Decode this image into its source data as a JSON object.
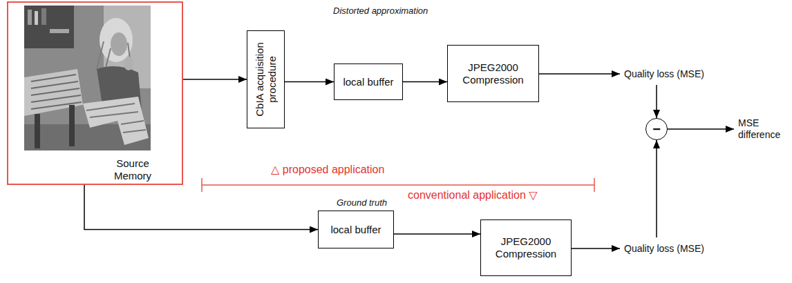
{
  "diagram": {
    "nodes": [
      {
        "text": [
          "Source Memory"
        ]
      },
      {
        "text": [
          "CbIA acquisition procedure"
        ]
      },
      {
        "text": [
          "local buffer"
        ]
      },
      {
        "text": [
          "JPEG2000 Compression"
        ]
      },
      {
        "text": [
          "Quality loss (MSE)"
        ]
      },
      {
        "text": [
          "−"
        ]
      },
      {
        "text": [
          "MSE difference"
        ]
      },
      {
        "text": [
          "local buffer"
        ]
      },
      {
        "text": [
          "JPEG2000 Compression"
        ]
      },
      {
        "text": [
          "Quality loss (MSE)"
        ]
      }
    ],
    "edges": [
      {
        "from": 0,
        "to": 1,
        "arrow": "to"
      },
      {
        "from": 1,
        "to": 2,
        "arrow": "to"
      },
      {
        "from": 2,
        "to": 3,
        "arrow": "to"
      },
      {
        "from": 3,
        "to": 4,
        "arrow": "to"
      },
      {
        "from": 4,
        "to": 5,
        "arrow": "to"
      },
      {
        "from": 5,
        "to": 6,
        "arrow": "to"
      },
      {
        "from": 0,
        "to": 7,
        "arrow": "to"
      },
      {
        "from": 7,
        "to": 8,
        "arrow": "to"
      },
      {
        "from": 8,
        "to": 9,
        "arrow": "to"
      },
      {
        "from": 9,
        "to": 5,
        "arrow": "to"
      }
    ],
    "labels": [
      "Distorted approximation",
      "△ proposed application",
      "conventional application ▽",
      "Ground truth"
    ]
  }
}
